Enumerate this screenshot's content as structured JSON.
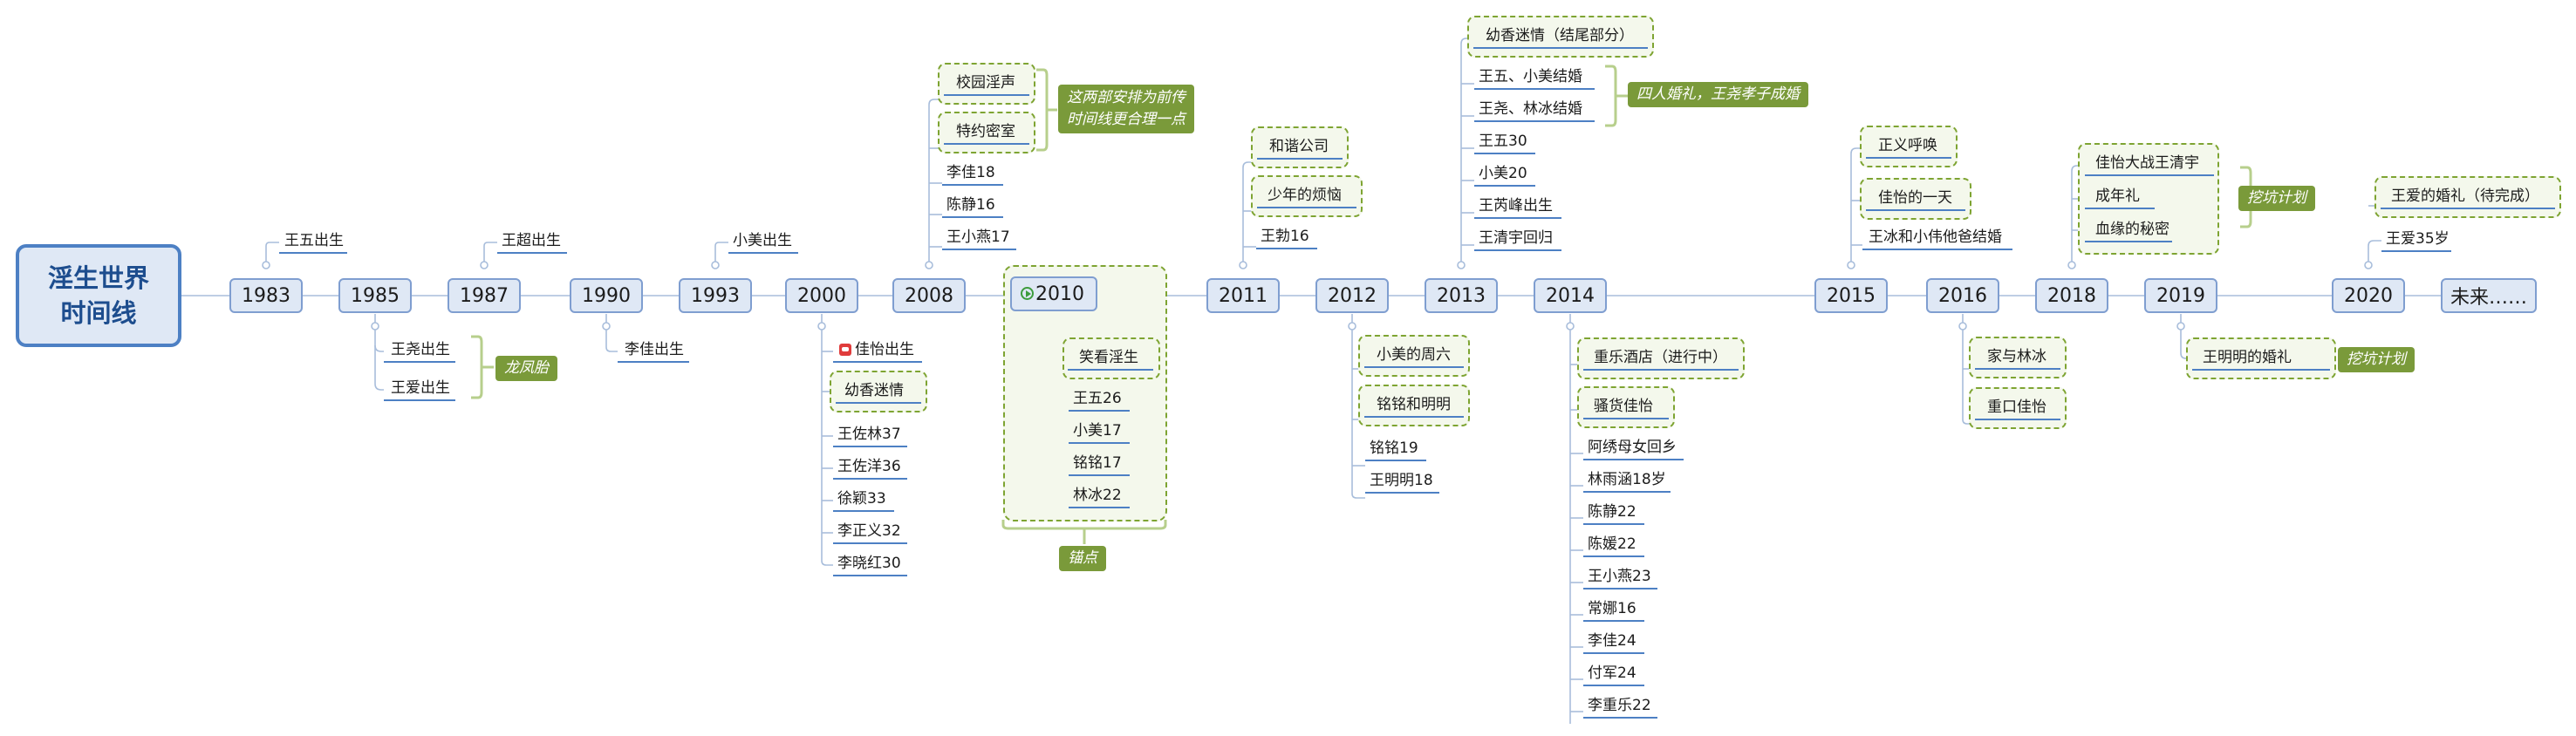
{
  "title_line1": "淫生世界",
  "title_line2": "时间线",
  "years": [
    "1983",
    "1985",
    "1987",
    "1990",
    "1993",
    "2000",
    "2008",
    "2010",
    "2011",
    "2012",
    "2013",
    "2014",
    "2015",
    "2016",
    "2018",
    "2019",
    "2020",
    "未来……"
  ],
  "y1983": {
    "up": [
      "王五出生"
    ]
  },
  "y1985": {
    "down": [
      "王尧出生",
      "王爱出生"
    ],
    "note": "龙凤胎"
  },
  "y1987": {
    "up": [
      "王超出生"
    ]
  },
  "y1990": {
    "down": [
      "李佳出生"
    ]
  },
  "y1993": {
    "up": [
      "小美出生"
    ]
  },
  "y2000": {
    "down": [
      "佳怡出生",
      "幼香迷情",
      "王佐林37",
      "王佐洋36",
      "徐颖33",
      "李正义32",
      "李晓红30"
    ]
  },
  "y2008": {
    "up": [
      "校园淫声",
      "特约密室",
      "李佳18",
      "陈静16",
      "王小燕17"
    ],
    "note_line1": "这两部安排为前传",
    "note_line2": "时间线更合理一点"
  },
  "y2010": {
    "down": [
      "笑看淫生",
      "王五26",
      "小美17",
      "铭铭17",
      "林冰22"
    ],
    "note": "锚点"
  },
  "y2011": {
    "up": [
      "和谐公司",
      "少年的烦恼",
      "王勃16"
    ]
  },
  "y2012": {
    "down": [
      "小美的周六",
      "铭铭和明明",
      "铭铭19",
      "王明明18"
    ]
  },
  "y2013": {
    "up": [
      "幼香迷情（结尾部分）",
      "王五、小美结婚",
      "王尧、林冰结婚",
      "王五30",
      "小美20",
      "王芮峰出生",
      "王清宇回归"
    ],
    "note": "四人婚礼，王尧孝子成婚"
  },
  "y2014": {
    "down": [
      "重乐酒店（进行中）",
      "骚货佳怡",
      "阿绣母女回乡",
      "林雨涵18岁",
      "陈静22",
      "陈媛22",
      "王小燕23",
      "常娜16",
      "李佳24",
      "付军24",
      "李重乐22"
    ]
  },
  "y2015": {
    "up": [
      "正义呼唤",
      "佳怡的一天",
      "王冰和小伟他爸结婚"
    ]
  },
  "y2016": {
    "down": [
      "家与林冰",
      "重口佳怡"
    ]
  },
  "y2018": {
    "up": [
      "佳怡大战王清宇",
      "成年礼",
      "血缘的秘密"
    ],
    "note": "挖坑计划"
  },
  "y2019": {
    "down": [
      "王明明的婚礼"
    ],
    "note": "挖坑计划"
  },
  "y2020": {
    "up": [
      "王爱的婚礼（待完成）",
      "王爱35岁"
    ]
  },
  "colors": {
    "line": "#4d80c4",
    "node_fill": "#dfe8f5",
    "note": "#7a9a3a",
    "dashed": "#7ea432"
  }
}
